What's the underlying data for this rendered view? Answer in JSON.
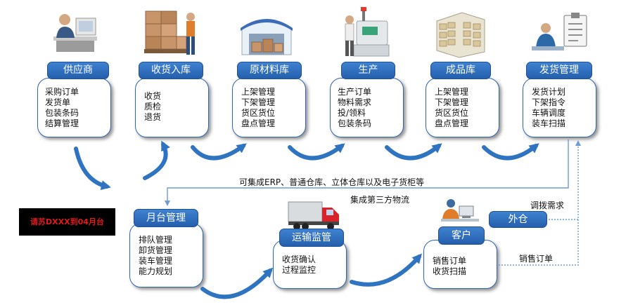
{
  "top_nodes": [
    {
      "id": "supplier",
      "title": "供应商",
      "items": [
        "采购订单",
        "发货单",
        "包装条码",
        "结算管理"
      ],
      "icon": "office-worker-illustration"
    },
    {
      "id": "receiving",
      "title": "收货入库",
      "items": [
        "收货",
        "质检",
        "退货"
      ],
      "icon": "warehouse-worker-boxes-illustration"
    },
    {
      "id": "raw-material",
      "title": "原材料库",
      "items": [
        "上架管理",
        "下架管理",
        "货区货位",
        "盘点管理"
      ],
      "icon": "warehouse-building-illustration"
    },
    {
      "id": "production",
      "title": "生产",
      "items": [
        "生产订单",
        "物料需求",
        "投/领料",
        "包装条码"
      ],
      "icon": "factory-machine-illustration"
    },
    {
      "id": "finished-goods",
      "title": "成品库",
      "items": [
        "上架管理",
        "下架管理",
        "货区货位",
        "盘点管理"
      ],
      "icon": "storage-shelves-illustration"
    },
    {
      "id": "shipping",
      "title": "发货管理",
      "items": [
        "发货计划",
        "下架指令",
        "车辆调度",
        "装车扫描"
      ],
      "icon": "clipboard-worker-illustration"
    }
  ],
  "bottom_nodes": [
    {
      "id": "dock",
      "title": "月台管理",
      "items": [
        "排队管理",
        "卸货管理",
        "装车管理",
        "能力规划"
      ]
    },
    {
      "id": "transport",
      "title": "运输监管",
      "items": [
        "收货确认",
        "过程监控"
      ],
      "icon": "truck-illustration"
    },
    {
      "id": "customer",
      "title": "客户",
      "items": [
        "销售订单",
        "收货扫描"
      ],
      "icon": "customer-desk-illustration"
    }
  ],
  "external_warehouse": {
    "title": "外仓"
  },
  "labels": {
    "integration": "可集成ERP、普通仓库、立体仓库以及电子货柜等",
    "third_party": "集成第三方物流",
    "transfer_demand": "调拨需求",
    "sales_order": "销售订单"
  },
  "red_box_text": "请苏DXXX到04月台",
  "colors": {
    "accent_blue": "#2e67b1",
    "tag_blue": "#2f6fc0",
    "flow_arrow_blue": "#2f74c1",
    "line_blue": "#6e9bd6",
    "red_text": "#e0191d"
  }
}
